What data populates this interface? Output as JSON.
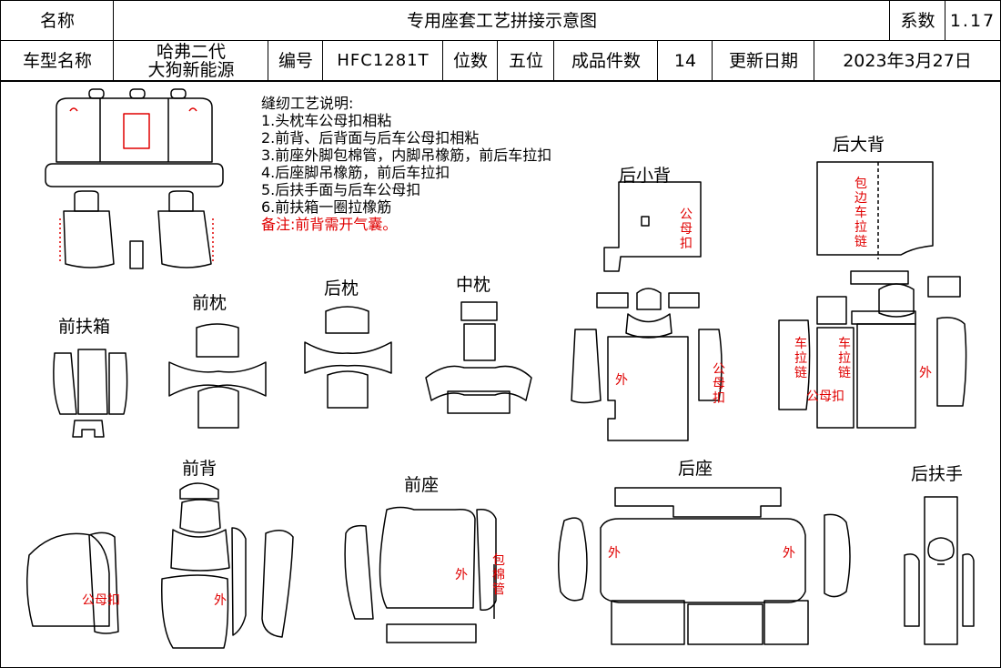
{
  "header": {
    "name_label": "名称",
    "title": "专用座套工艺拼接示意图",
    "coef_label": "系数",
    "coef_value": "1.17",
    "model_label": "车型名称",
    "model_line1": "哈弗二代",
    "model_line2": "大狗新能源",
    "code_label": "编号",
    "code_value": "HFC1281T",
    "seats_label": "位数",
    "seats_value": "五位",
    "pieces_label": "成品件数",
    "pieces_value": "14",
    "date_label": "更新日期",
    "date_value": "2023年3月27日"
  },
  "notes": {
    "heading": "缝纫工艺说明:",
    "items": [
      "1.头枕车公母扣相粘",
      "2.前背、后背面与后车公母扣相粘",
      "3.前座外脚包棉管，内脚吊橡筋，前后车拉扣",
      "4.后座脚吊橡筋，前后车拉扣",
      "5.后扶手面与后车公母扣",
      "6.前扶箱一圈拉橡筋"
    ],
    "remark": "备注:前背需开气囊。"
  },
  "parts": {
    "front_armbox": "前扶箱",
    "front_pillow": "前枕",
    "rear_pillow": "后枕",
    "middle_pillow": "中枕",
    "rear_small_back": "后小背",
    "rear_big_back": "后大背",
    "front_back": "前背",
    "front_seat": "前座",
    "rear_seat": "后座",
    "rear_armrest": "后扶手"
  },
  "annotations": {
    "snap": "公母扣",
    "outer": "外",
    "cotton_tube": "包棉管",
    "zipper": "车拉链",
    "edge_zipper": "包边车拉链"
  },
  "colors": {
    "annotation": "#e00000",
    "line": "#000000"
  }
}
